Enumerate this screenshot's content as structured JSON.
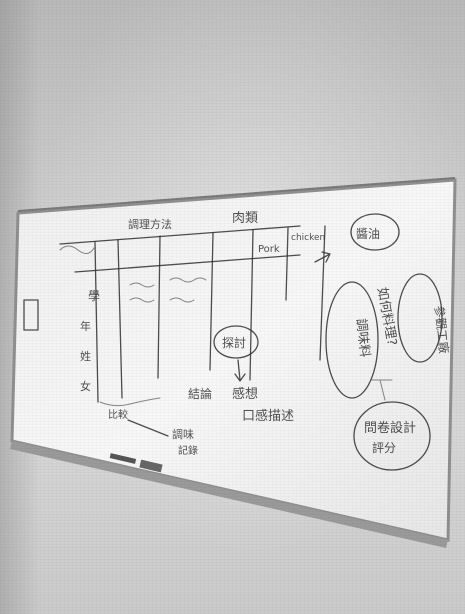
{
  "scene": {
    "subject": "whiteboard"
  },
  "whiteboard": {
    "header_labels": [
      "調理方法",
      "肉類",
      "Pork",
      "chicken"
    ],
    "left_column_labels": [
      "學",
      "年",
      "姓",
      "女"
    ],
    "middle_labels": [
      "探討",
      "感想",
      "結論",
      "口感描述"
    ],
    "right_labels": [
      "如何料理?",
      "調味料",
      "醬油",
      "參觀工廠",
      "問卷設計",
      "評分"
    ],
    "bottom_labels": [
      "比較",
      "調味",
      "記錄"
    ]
  }
}
